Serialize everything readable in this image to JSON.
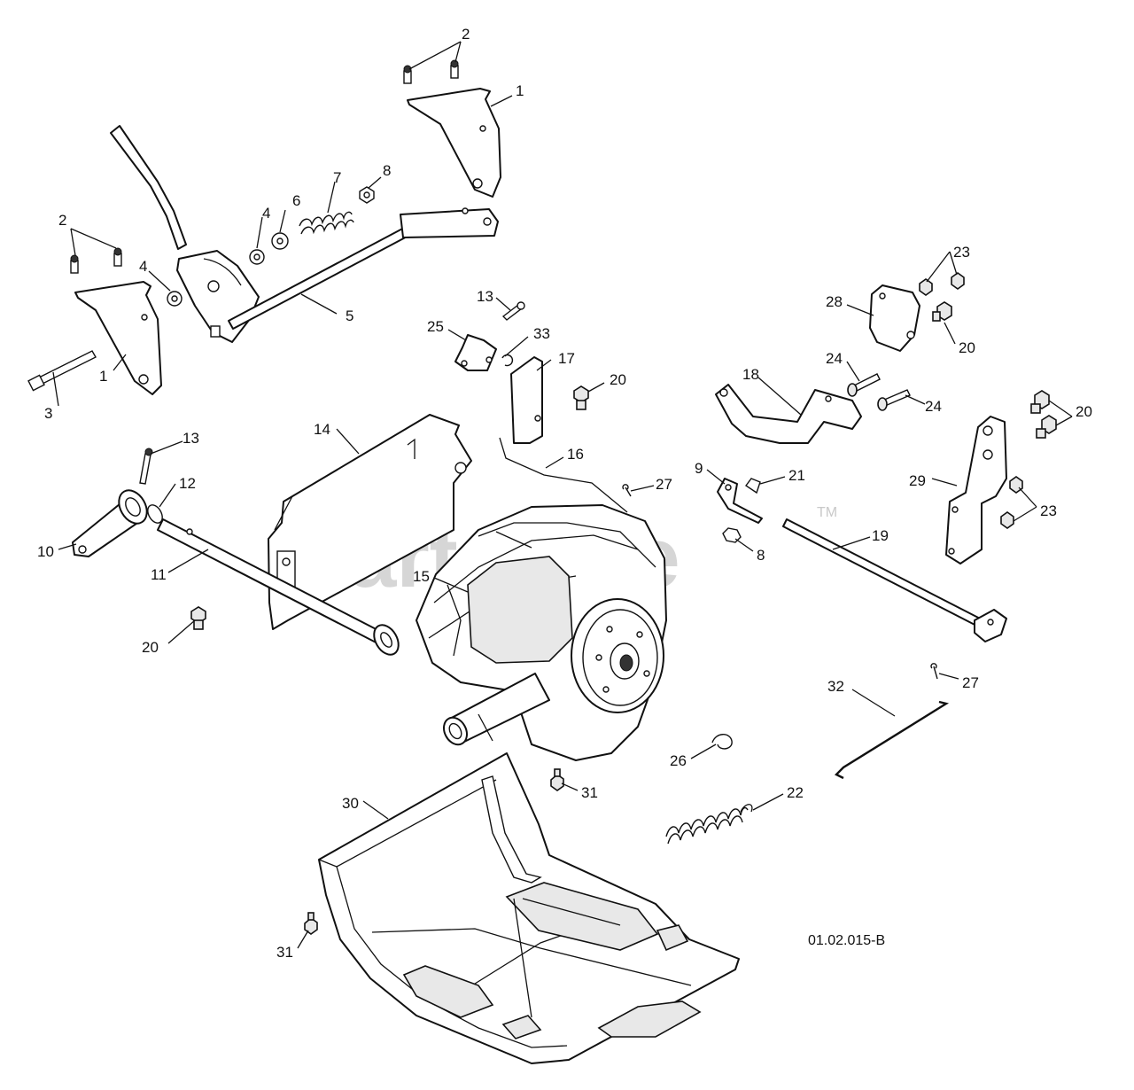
{
  "diagram": {
    "reference_code": "01.02.015-B",
    "watermark": {
      "brand": "PartsTree",
      "trademark": "TM"
    },
    "labels": [
      {
        "id": "l2a",
        "text": "2"
      },
      {
        "id": "l1a",
        "text": "1"
      },
      {
        "id": "l8a",
        "text": "8"
      },
      {
        "id": "l7",
        "text": "7"
      },
      {
        "id": "l6",
        "text": "6"
      },
      {
        "id": "l4a",
        "text": "4"
      },
      {
        "id": "l2b",
        "text": "2"
      },
      {
        "id": "l4b",
        "text": "4"
      },
      {
        "id": "l5",
        "text": "5"
      },
      {
        "id": "l3",
        "text": "3"
      },
      {
        "id": "l1b",
        "text": "1"
      },
      {
        "id": "l13a",
        "text": "13"
      },
      {
        "id": "l25",
        "text": "25"
      },
      {
        "id": "l33",
        "text": "33"
      },
      {
        "id": "l17",
        "text": "17"
      },
      {
        "id": "l20a",
        "text": "20"
      },
      {
        "id": "l28",
        "text": "28"
      },
      {
        "id": "l23a",
        "text": "23"
      },
      {
        "id": "l20b",
        "text": "20"
      },
      {
        "id": "l18",
        "text": "18"
      },
      {
        "id": "l24a",
        "text": "24"
      },
      {
        "id": "l24b",
        "text": "24"
      },
      {
        "id": "l20c",
        "text": "20"
      },
      {
        "id": "l14",
        "text": "14"
      },
      {
        "id": "l13b",
        "text": "13"
      },
      {
        "id": "l12",
        "text": "12"
      },
      {
        "id": "l10",
        "text": "10"
      },
      {
        "id": "l11",
        "text": "11"
      },
      {
        "id": "l16",
        "text": "16"
      },
      {
        "id": "l27a",
        "text": "27"
      },
      {
        "id": "l9",
        "text": "9"
      },
      {
        "id": "l21",
        "text": "21"
      },
      {
        "id": "l29",
        "text": "29"
      },
      {
        "id": "l23b",
        "text": "23"
      },
      {
        "id": "l8b",
        "text": "8"
      },
      {
        "id": "l19",
        "text": "19"
      },
      {
        "id": "l15",
        "text": "15"
      },
      {
        "id": "l20d",
        "text": "20"
      },
      {
        "id": "l27b",
        "text": "27"
      },
      {
        "id": "l32",
        "text": "32"
      },
      {
        "id": "l26",
        "text": "26"
      },
      {
        "id": "l31a",
        "text": "31"
      },
      {
        "id": "l22",
        "text": "22"
      },
      {
        "id": "l30",
        "text": "30"
      },
      {
        "id": "l31b",
        "text": "31"
      }
    ]
  }
}
